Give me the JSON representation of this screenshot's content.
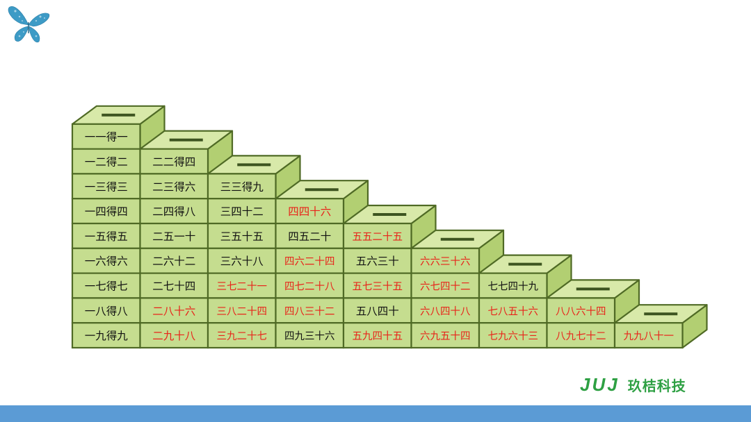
{
  "colors": {
    "box_front": "#c5dd8f",
    "box_top": "#d8e9a9",
    "box_side": "#b2cf72",
    "outline": "#4f6a25",
    "slot": "#3d5420",
    "text_black": "#111111",
    "text_red": "#e8241a",
    "logo_blue": "#3d9bc6",
    "brand_green": "#2ea043",
    "bar_blue": "#5b9bd5"
  },
  "icons": {
    "logo": "butterfly-icon"
  },
  "brand": {
    "mark": "JUJ",
    "name": "玖桔科技"
  },
  "columns": [
    {
      "cells": [
        {
          "text": "一一得一",
          "color": "black"
        },
        {
          "text": "一二得二",
          "color": "black"
        },
        {
          "text": "一三得三",
          "color": "black"
        },
        {
          "text": "一四得四",
          "color": "black"
        },
        {
          "text": "一五得五",
          "color": "black"
        },
        {
          "text": "一六得六",
          "color": "black"
        },
        {
          "text": "一七得七",
          "color": "black"
        },
        {
          "text": "一八得八",
          "color": "black"
        },
        {
          "text": "一九得九",
          "color": "black"
        }
      ]
    },
    {
      "cells": [
        {
          "text": "二二得四",
          "color": "black"
        },
        {
          "text": "二三得六",
          "color": "black"
        },
        {
          "text": "二四得八",
          "color": "black"
        },
        {
          "text": "二五一十",
          "color": "black"
        },
        {
          "text": "二六十二",
          "color": "black"
        },
        {
          "text": "二七十四",
          "color": "black"
        },
        {
          "text": "二八十六",
          "color": "red"
        },
        {
          "text": "二九十八",
          "color": "red"
        }
      ]
    },
    {
      "cells": [
        {
          "text": "三三得九",
          "color": "black"
        },
        {
          "text": "三四十二",
          "color": "black"
        },
        {
          "text": "三五十五",
          "color": "black"
        },
        {
          "text": "三六十八",
          "color": "black"
        },
        {
          "text": "三七二十一",
          "color": "red"
        },
        {
          "text": "三八二十四",
          "color": "red"
        },
        {
          "text": "三九二十七",
          "color": "red"
        }
      ]
    },
    {
      "cells": [
        {
          "text": "四四十六",
          "color": "red"
        },
        {
          "text": "四五二十",
          "color": "black"
        },
        {
          "text": "四六二十四",
          "color": "red"
        },
        {
          "text": "四七二十八",
          "color": "red"
        },
        {
          "text": "四八三十二",
          "color": "red"
        },
        {
          "text": "四九三十六",
          "color": "black"
        }
      ]
    },
    {
      "cells": [
        {
          "text": "五五二十五",
          "color": "red"
        },
        {
          "text": "五六三十",
          "color": "black"
        },
        {
          "text": "五七三十五",
          "color": "red"
        },
        {
          "text": "五八四十",
          "color": "black"
        },
        {
          "text": "五九四十五",
          "color": "red"
        }
      ]
    },
    {
      "cells": [
        {
          "text": "六六三十六",
          "color": "red"
        },
        {
          "text": "六七四十二",
          "color": "red"
        },
        {
          "text": "六八四十八",
          "color": "red"
        },
        {
          "text": "六九五十四",
          "color": "red"
        }
      ]
    },
    {
      "cells": [
        {
          "text": "七七四十九",
          "color": "black"
        },
        {
          "text": "七八五十六",
          "color": "red"
        },
        {
          "text": "七九六十三",
          "color": "red"
        }
      ]
    },
    {
      "cells": [
        {
          "text": "八八六十四",
          "color": "red"
        },
        {
          "text": "八九七十二",
          "color": "red"
        }
      ]
    },
    {
      "cells": [
        {
          "text": "九九八十一",
          "color": "red"
        }
      ]
    }
  ]
}
